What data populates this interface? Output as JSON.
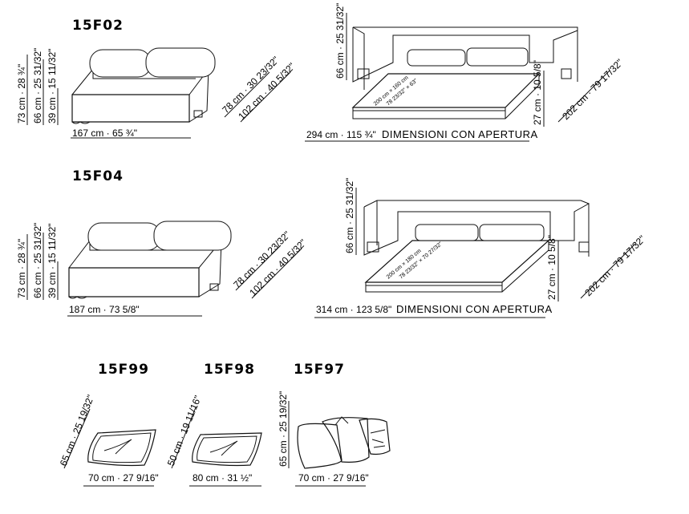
{
  "models": {
    "m1": {
      "code": "15F02",
      "sofa_width": "167 cm · 65 ¾\"",
      "sofa_h1": "73 cm · 28 ¾\"",
      "sofa_h2": "66 cm · 25 31/32\"",
      "sofa_h3": "39 cm · 15 11/32\"",
      "sofa_d1": "78 cm · 30 23/32\"",
      "sofa_d2": "102 cm · 40 5/32\"",
      "bed_width": "294 cm · 115 ¾\"",
      "bed_caption": "DIMENSIONI CON APERTURA",
      "bed_head": "66 cm · 25 31/32\"",
      "bed_base": "27 cm · 10 5/8\"",
      "bed_depth": "202 cm · 79 17/32\"",
      "mattress_a": "200 cm × 160 cm",
      "mattress_b": "78 23/32\" × 63\""
    },
    "m2": {
      "code": "15F04",
      "sofa_width": "187 cm · 73 5/8\"",
      "sofa_h1": "73 cm · 28 ¾\"",
      "sofa_h2": "66 cm · 25 31/32\"",
      "sofa_h3": "39 cm · 15 11/32\"",
      "sofa_d1": "78 cm · 30 23/32\"",
      "sofa_d2": "102 cm · 40 5/32\"",
      "bed_width": "314 cm · 123 5/8\"",
      "bed_caption": "DIMENSIONI CON APERTURA",
      "bed_head": "66 cm · 25 31/32\"",
      "bed_base": "27 cm · 10 5/8\"",
      "bed_depth": "202 cm · 79 17/32\"",
      "mattress_a": "200 cm × 180 cm",
      "mattress_b": "78 23/32\" × 70 27/32\""
    }
  },
  "cushions": {
    "c1": {
      "code": "15F99",
      "width": "70 cm · 27 9/16\"",
      "height": "65 cm · 25 19/32\""
    },
    "c2": {
      "code": "15F98",
      "width": "80 cm · 31 ½\"",
      "height": "50 cm · 19 11/16\""
    },
    "c3": {
      "code": "15F97",
      "width": "70 cm · 27 9/16\"",
      "height": "65 cm · 25 19/32\""
    }
  }
}
